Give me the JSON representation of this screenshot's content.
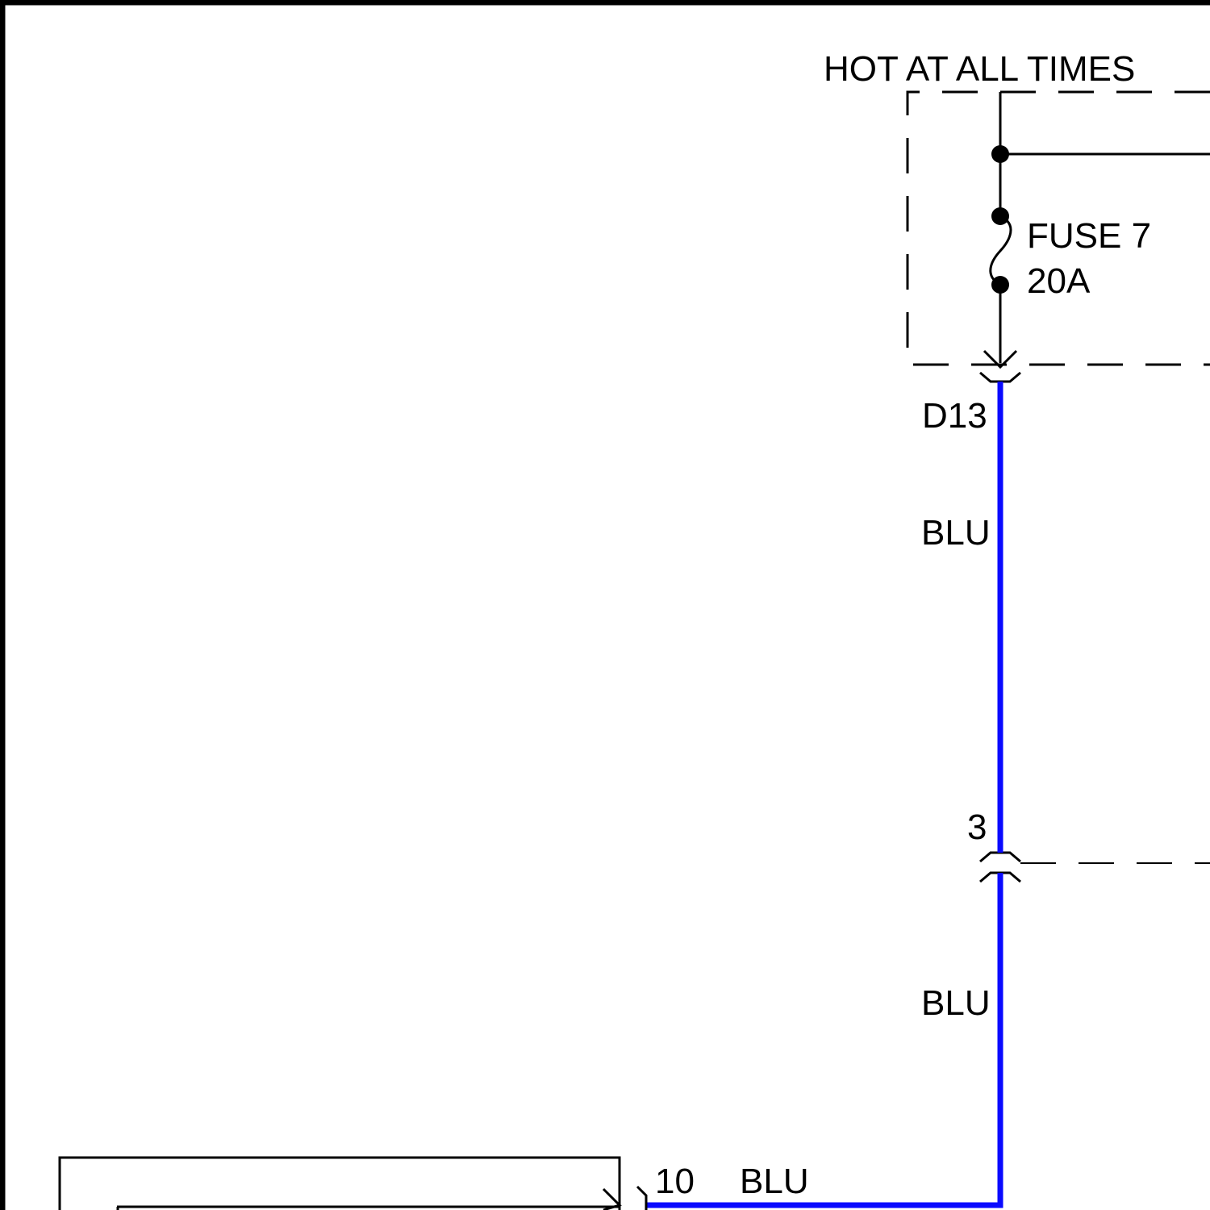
{
  "power_source": {
    "label": "HOT AT ALL TIMES"
  },
  "fuse": {
    "name": "FUSE 7",
    "rating": "20A"
  },
  "connectors": {
    "fuse_box_terminal": "D13",
    "inline_terminal": "3",
    "module_terminal": "10"
  },
  "wires": {
    "upper_color": "BLU",
    "middle_color": "BLU",
    "lower_color": "BLU"
  },
  "colors": {
    "wire_blu": "#0a0aff",
    "line": "#000000",
    "background": "#ffffff"
  }
}
